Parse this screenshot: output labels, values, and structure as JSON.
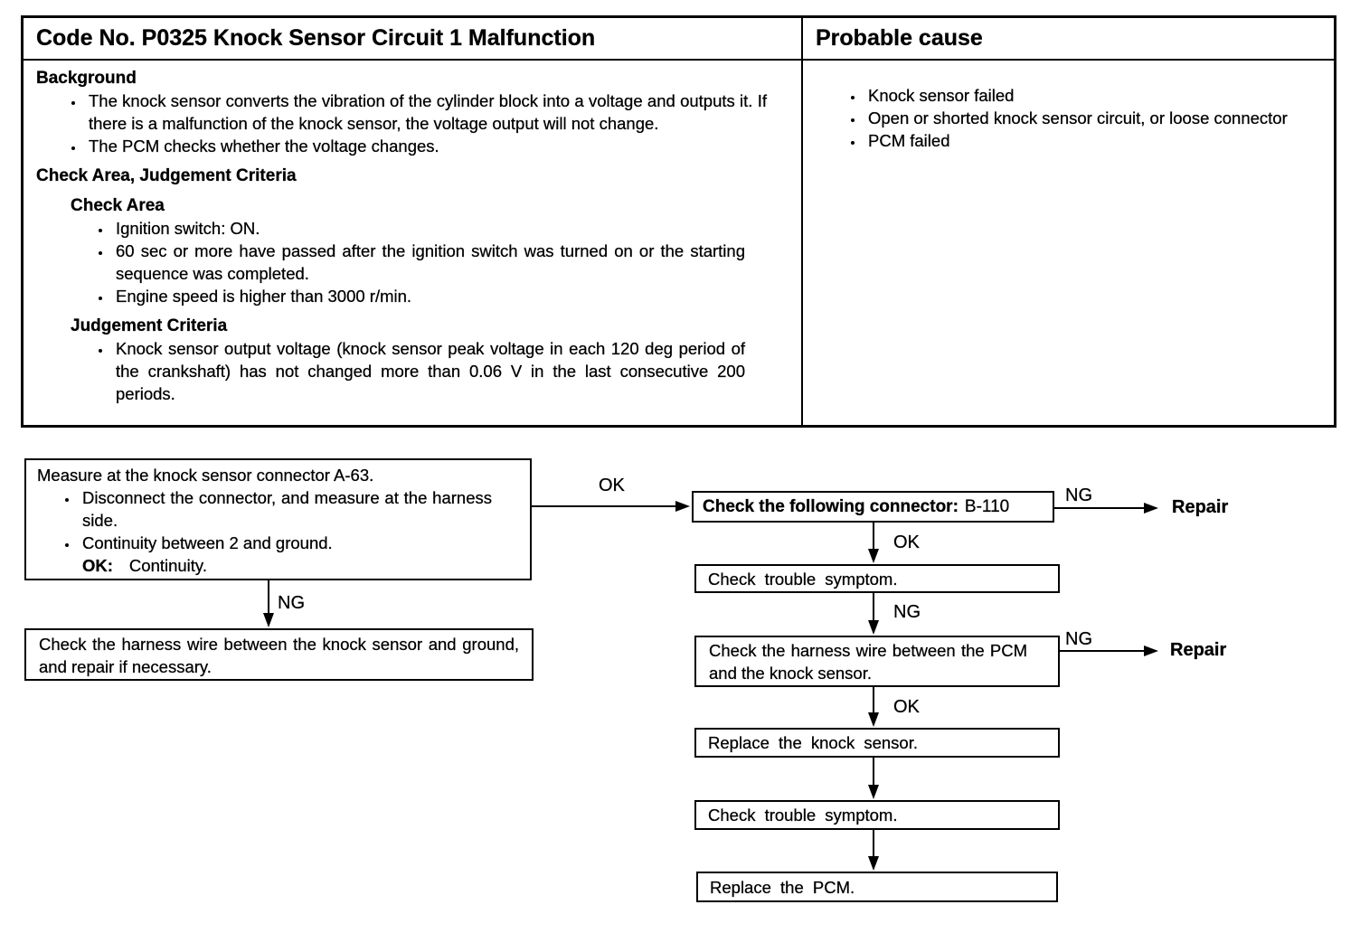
{
  "table": {
    "header_left": "Code No. P0325 Knock Sensor Circuit 1 Malfunction",
    "header_right": "Probable cause",
    "background": {
      "title": "Background",
      "bullets": [
        "The knock sensor converts the vibration of the cylinder block into a voltage and outputs it. If there is a malfunction of the knock sensor, the voltage output will not change.",
        "The PCM checks whether the voltage changes."
      ]
    },
    "check_area_judgement": {
      "title": "Check Area, Judgement Criteria"
    },
    "check_area": {
      "title": "Check Area",
      "bullets": [
        "Ignition switch: ON.",
        "60 sec or more have passed after the ignition switch was turned on or the starting sequence was completed.",
        "Engine speed is higher than 3000 r/min."
      ]
    },
    "judgement": {
      "title": "Judgement Criteria",
      "bullets": [
        "Knock sensor output voltage (knock sensor peak voltage in each 120 deg period of the crankshaft) has not changed more than 0.06 V in the last consecutive 200 periods."
      ]
    },
    "probable_cause": {
      "bullets": [
        "Knock sensor failed",
        "Open or shorted knock sensor circuit, or loose connector",
        "PCM failed"
      ]
    }
  },
  "flowchart": {
    "box_measure": {
      "title": "Measure at the knock sensor connector A-63.",
      "bullets": [
        "Disconnect the connector, and measure at the harness side.",
        "Continuity between 2 and ground."
      ],
      "ok_label": "OK:",
      "ok_value": "Continuity."
    },
    "box_connector": {
      "bold": "Check the following connector:",
      "value": "B-110"
    },
    "box_check_trouble_symptom": "Check trouble symptom.",
    "box_harness_pcm": "Check the harness wire between the PCM and the knock sensor.",
    "box_replace_sensor": "Replace the knock sensor.",
    "box_replace_pcm": "Replace the PCM.",
    "box_harness_ground": "Check the harness wire between the knock sensor and ground, and repair if necessary.",
    "labels": {
      "ok": "OK",
      "ng": "NG",
      "repair": "Repair"
    }
  }
}
